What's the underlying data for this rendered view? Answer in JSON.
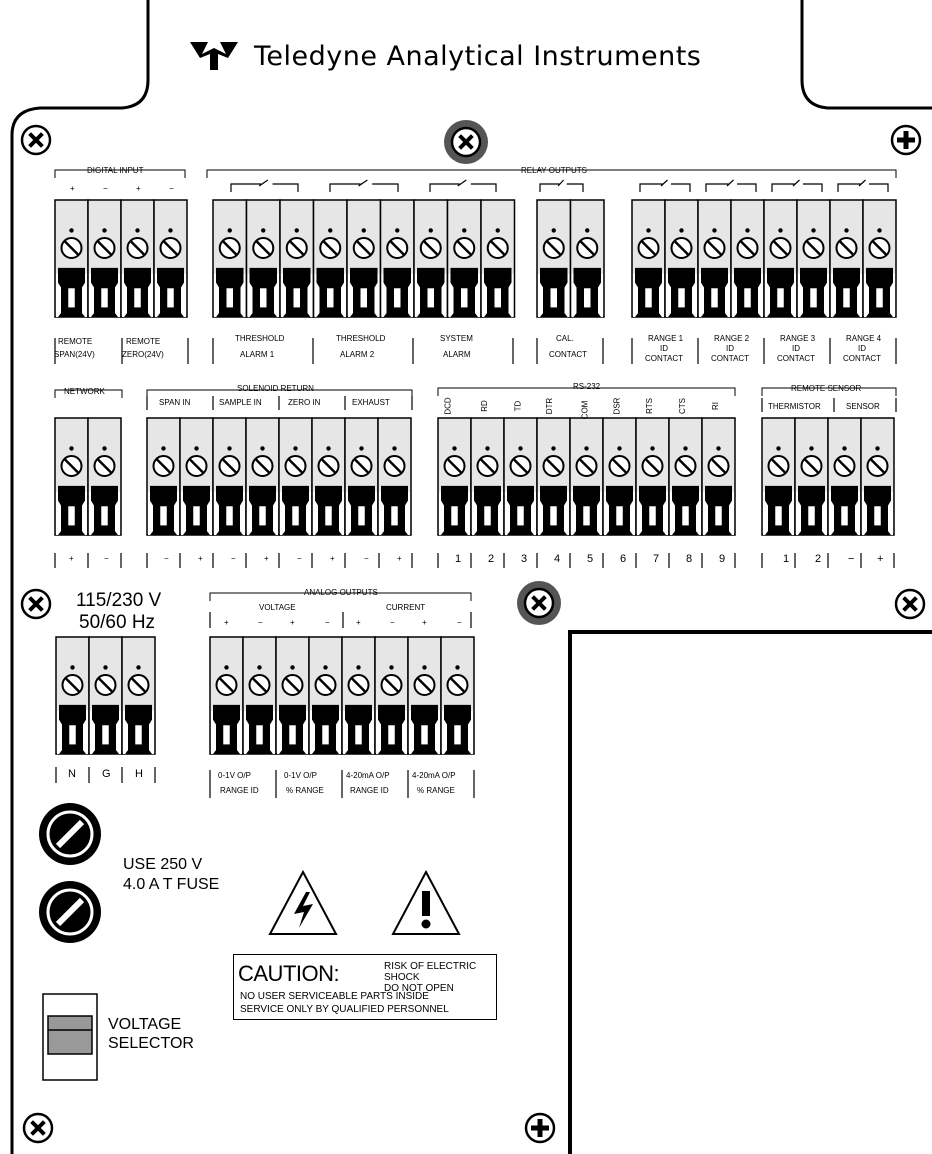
{
  "brand": {
    "name": "Teledyne Analytical Instruments"
  },
  "relay": {
    "title": "RELAY OUTPUTS",
    "labels": [
      "THRESHOLD",
      "ALARM 1",
      "THRESHOLD",
      "ALARM 2",
      "SYSTEM",
      "ALARM",
      "CAL.",
      "CONTACT",
      "RANGE 1",
      "ID",
      "CONTACT",
      "RANGE 2",
      "ID",
      "CONTACT",
      "RANGE 3",
      "ID",
      "CONTACT",
      "RANGE 4",
      "ID",
      "CONTACT"
    ]
  },
  "digital": {
    "title": "DIGITAL INPUT",
    "pins": [
      "+",
      "−",
      "+",
      "−"
    ],
    "labels": [
      "REMOTE",
      "SPAN(24V)",
      "REMOTE",
      "ZERO(24V)"
    ]
  },
  "network": {
    "title": "NETWORK",
    "pins": [
      "+",
      "−"
    ]
  },
  "solenoid": {
    "title": "SOLENOID RETURN",
    "subs": [
      "SPAN IN",
      "SAMPLE IN",
      "ZERO IN",
      "EXHAUST"
    ],
    "pins": [
      "−",
      "+",
      "−",
      "+",
      "−",
      "+",
      "−",
      "+"
    ]
  },
  "rs232": {
    "title": "RS-232",
    "signals": [
      "DCD",
      "RD",
      "TD",
      "DTR",
      "COM",
      "DSR",
      "RTS",
      "CTS",
      "RI"
    ],
    "pins": [
      "1",
      "2",
      "3",
      "4",
      "5",
      "6",
      "7",
      "8",
      "9"
    ]
  },
  "remote_sensor": {
    "title": "REMOTE SENSOR",
    "subs": [
      "THERMISTOR",
      "SENSOR"
    ],
    "pins": [
      "1",
      "2",
      "−",
      "+"
    ]
  },
  "power": {
    "voltage": "115/230 V",
    "freq": "50/60 Hz",
    "pins": [
      "N",
      "G",
      "H"
    ]
  },
  "analog": {
    "title": "ANALOG OUTPUTS",
    "voltage": "VOLTAGE",
    "current": "CURRENT",
    "pins": [
      "+",
      "−",
      "+",
      "−",
      "+",
      "−",
      "+",
      "−"
    ],
    "labels": [
      "0-1V O/P",
      "RANGE ID",
      "0-1V O/P",
      "% RANGE",
      "4-20mA O/P",
      "RANGE ID",
      "4-20mA O/P",
      "% RANGE"
    ]
  },
  "fuse": {
    "line1": "USE 250 V",
    "line2": "4.0 A T FUSE"
  },
  "caution": {
    "word": "CAUTION:",
    "risk1": "RISK OF ELECTRIC SHOCK",
    "risk2": "DO NOT OPEN",
    "line1": "NO USER SERVICEABLE PARTS INSIDE",
    "line2": "SERVICE ONLY BY QUALIFIED PERSONNEL"
  },
  "selector": {
    "line1": "VOLTAGE",
    "line2": "SELECTOR"
  }
}
